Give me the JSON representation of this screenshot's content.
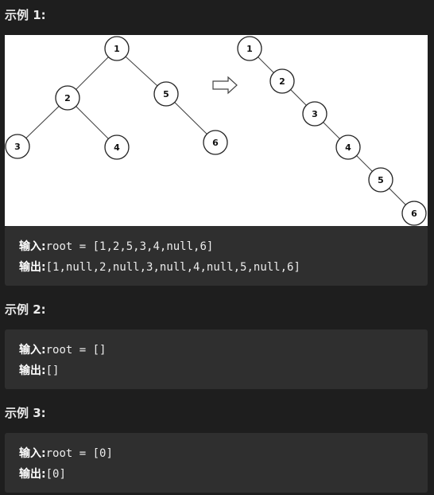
{
  "examples": [
    {
      "heading": "示例 1:",
      "input_label": "输入:",
      "input_value": "root = [1,2,5,3,4,null,6]",
      "output_label": "输出:",
      "output_value": "[1,null,2,null,3,null,4,null,5,null,6]"
    },
    {
      "heading": "示例 2:",
      "input_label": "输入:",
      "input_value": "root = []",
      "output_label": "输出:",
      "output_value": "[]"
    },
    {
      "heading": "示例 3:",
      "input_label": "输入:",
      "input_value": "root = [0]",
      "output_label": "输出:",
      "output_value": "[0]"
    }
  ],
  "figure": {
    "left_tree_nodes": [
      "1",
      "2",
      "5",
      "3",
      "4",
      "6"
    ],
    "right_chain_nodes": [
      "1",
      "2",
      "3",
      "4",
      "5",
      "6"
    ],
    "arrow": "right-arrow-icon"
  }
}
